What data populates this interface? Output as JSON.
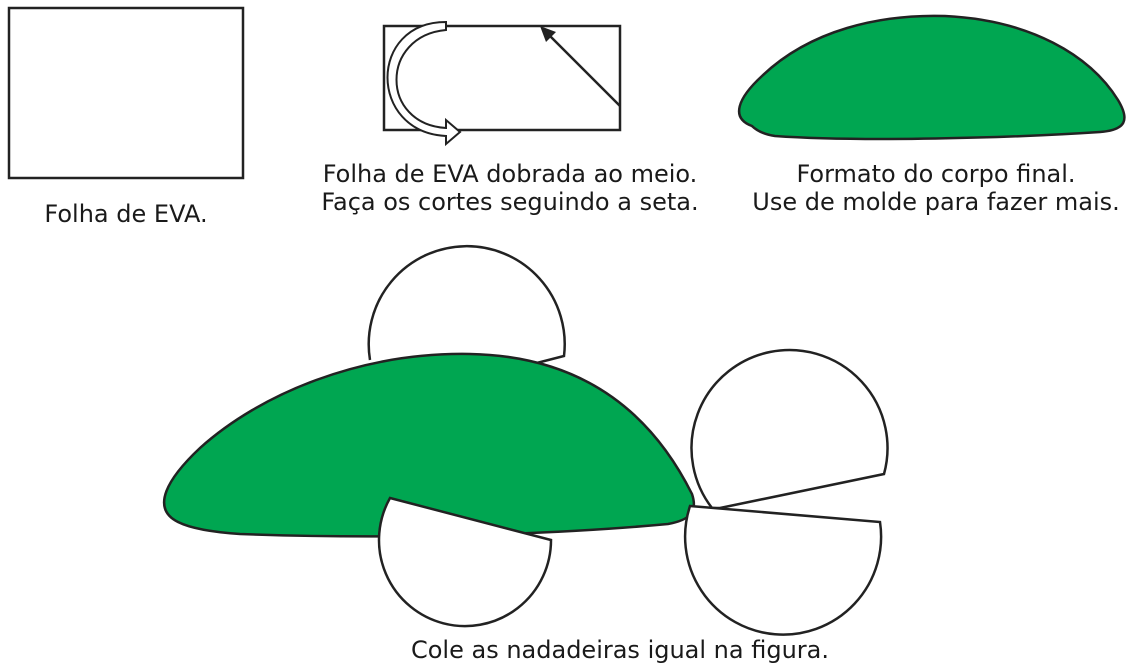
{
  "captions": {
    "step1": "Folha de EVA.",
    "step2_line1": "Folha de EVA dobrada ao meio.",
    "step2_line2": "Faça os cortes seguindo a seta.",
    "step3_line1": "Formato do corpo final.",
    "step3_line2": "Use de molde para fazer mais.",
    "step4": "Cole as nadadeiras igual na figura."
  },
  "colors": {
    "body_green": "#00a651",
    "outline": "#222222",
    "fin_fill": "#ffffff"
  },
  "icons": {
    "curved_arrow": "curved-arrow-icon",
    "straight_arrow": "diagonal-arrow-icon"
  }
}
